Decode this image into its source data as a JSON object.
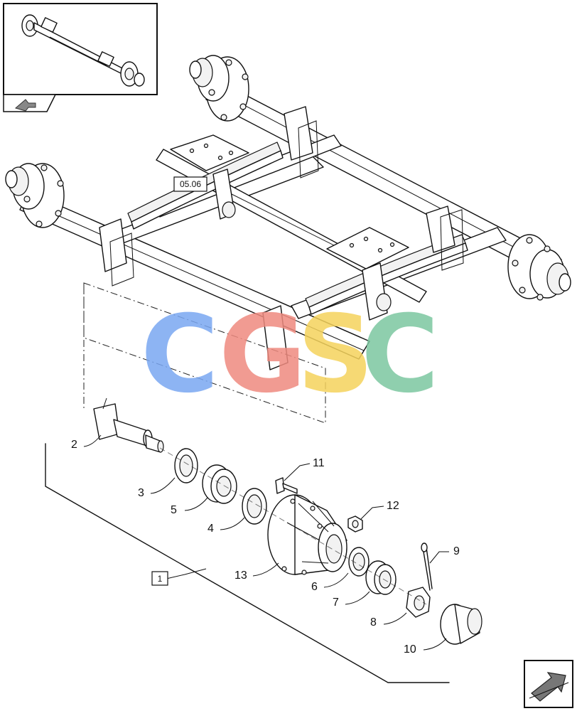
{
  "diagram": {
    "reference_label": "05.06",
    "assembly_label": "1",
    "callouts": [
      "2",
      "3",
      "4",
      "5",
      "6",
      "7",
      "8",
      "9",
      "10",
      "11",
      "12",
      "13"
    ]
  },
  "watermark": {
    "letters": [
      "C",
      "G",
      "S",
      "C"
    ],
    "colors": [
      "#7aa7f2",
      "#ef8a7f",
      "#f5d35c",
      "#7cc7a0"
    ]
  }
}
